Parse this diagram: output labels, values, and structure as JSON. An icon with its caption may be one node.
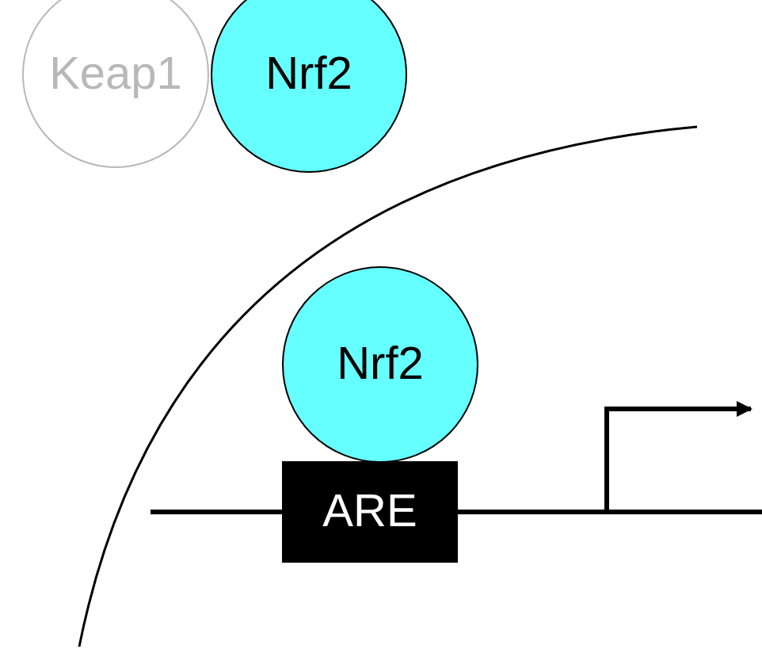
{
  "diagram": {
    "nodes": [
      {
        "text": [
          "Keap1"
        ]
      },
      {
        "text": [
          "Nrf2"
        ]
      },
      {
        "text": [
          "Nrf2"
        ]
      },
      {
        "text": [
          "ARE"
        ]
      }
    ]
  }
}
